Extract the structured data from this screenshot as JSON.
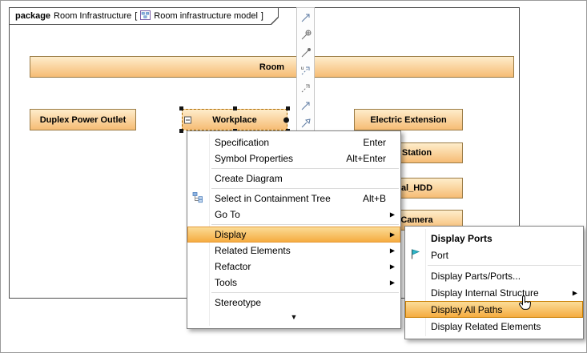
{
  "frame_header": {
    "keyword": "package",
    "name": "Room Infrastructure",
    "bracket_open": "[",
    "diagram_name": "Room infrastructure model",
    "bracket_close": "]"
  },
  "diagram": {
    "nodes": {
      "room": "Room",
      "duplex": "Duplex Power Outlet",
      "workplace": "Workplace",
      "electric": "Electric Extension",
      "station": "Station",
      "hdd": "al_HDD",
      "camera": "Camera"
    }
  },
  "smart_toolbar": {
    "icons": [
      "directed-association",
      "containment",
      "anchor",
      "usage",
      "dependency",
      "association",
      "generalization"
    ]
  },
  "context_menu": {
    "items": [
      {
        "label": "Specification",
        "shortcut": "Enter"
      },
      {
        "label": "Symbol Properties",
        "shortcut": "Alt+Enter"
      },
      {
        "label": "Create Diagram"
      },
      {
        "label": "Select in Containment Tree",
        "shortcut": "Alt+B"
      },
      {
        "label": "Go To"
      },
      {
        "label": "Display"
      },
      {
        "label": "Related Elements"
      },
      {
        "label": "Refactor"
      },
      {
        "label": "Tools"
      },
      {
        "label": "Stereotype"
      }
    ],
    "more_indicator": "▼"
  },
  "submenu": {
    "items": [
      {
        "label": "Display Ports"
      },
      {
        "label": "Port"
      },
      {
        "label": "Display Parts/Ports..."
      },
      {
        "label": "Display Internal Structure"
      },
      {
        "label": "Display All Paths"
      },
      {
        "label": "Display Related Elements"
      }
    ]
  },
  "colors": {
    "node_fill_top": "#feedcb",
    "node_fill_bottom": "#f6bc74",
    "node_border": "#9a7b45",
    "highlight_top": "#fbde9b",
    "highlight_bottom": "#f5a93c",
    "submenu_highlight_border": "#c97e00",
    "menu_border": "#7f7f7f"
  }
}
